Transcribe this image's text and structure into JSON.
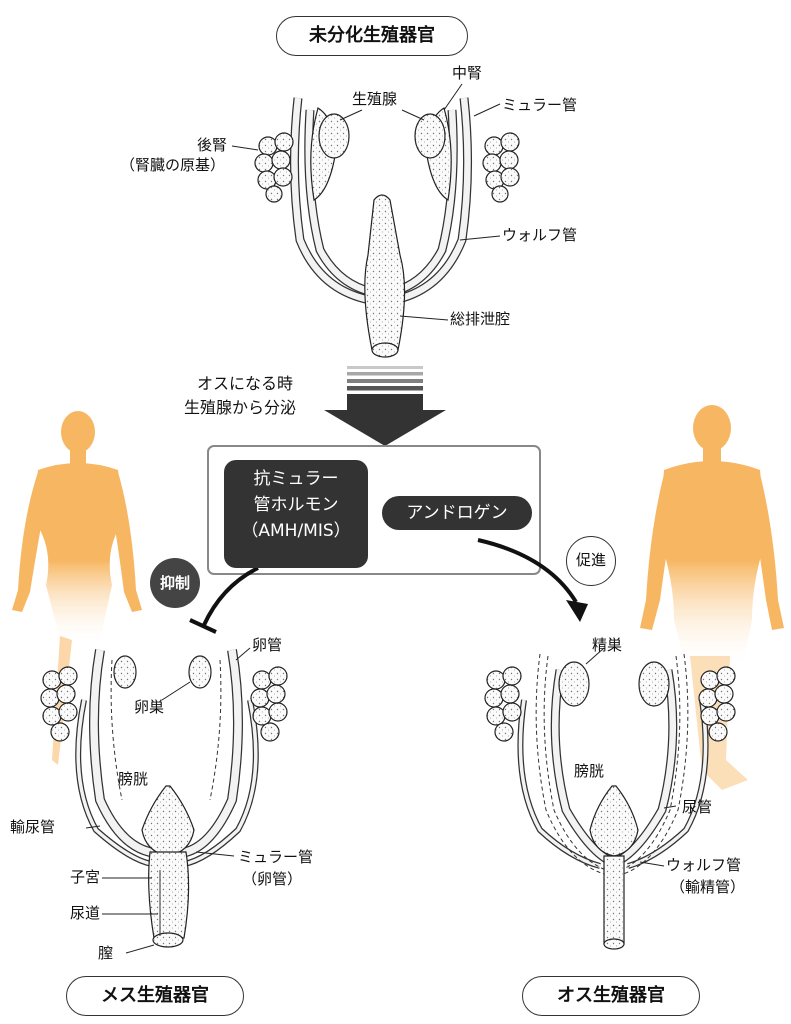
{
  "top": {
    "title": "未分化生殖器官",
    "labels": {
      "gonad": "生殖腺",
      "mesonephros": "中腎",
      "muller": "ミュラー管",
      "metanephros": "後腎",
      "metanephros_note": "（腎臓の原基）",
      "wolff": "ウォルフ管",
      "cloaca": "総排泄腔"
    }
  },
  "arrow": {
    "text_line1": "オスになる時",
    "text_line2": "生殖腺から分泌"
  },
  "hormones": {
    "amh_line1": "抗ミュラー",
    "amh_line2": "管ホルモン",
    "amh_line3": "（AMH/MIS）",
    "androgen": "アンドロゲン",
    "inhibit": "抑制",
    "promote": "促進"
  },
  "female": {
    "title": "メス生殖器官",
    "labels": {
      "oviduct": "卵管",
      "ovary": "卵巣",
      "bladder": "膀胱",
      "ureter": "輸尿管",
      "muller": "ミュラー管",
      "muller_note": "（卵管）",
      "uterus": "子宮",
      "urethra": "尿道",
      "vagina": "膣"
    }
  },
  "male": {
    "title": "オス生殖器官",
    "labels": {
      "testis": "精巣",
      "bladder": "膀胱",
      "ureter": "尿管",
      "wolff": "ウォルフ管",
      "wolff_note": "（輸精管）"
    }
  },
  "colors": {
    "silhouette": "#f7b35a",
    "dark": "#333333",
    "circle_dark": "#444444"
  }
}
